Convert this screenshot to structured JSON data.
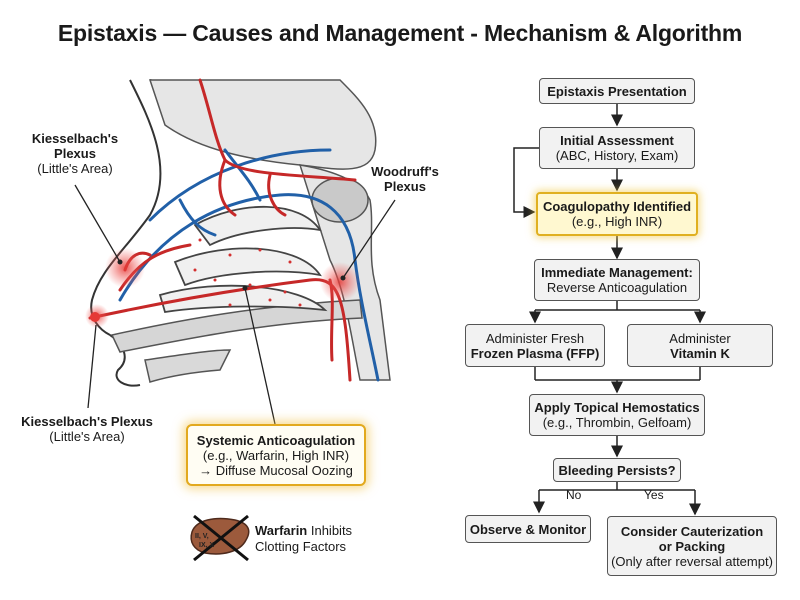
{
  "title": "Epistaxis — Causes and Management - Mechanism & Algorithm",
  "anatomy": {
    "kiesselbach_top": {
      "line1": "Kiesselbach's",
      "line2": "Plexus",
      "line3": "(Little's Area)"
    },
    "woodruff": {
      "line1": "Woodruff's",
      "line2": "Plexus"
    },
    "kiesselbach_bottom": {
      "line1": "Kiesselbach's Plexus",
      "line2": "(Little's Area)"
    },
    "callout": {
      "line1": "Systemic Anticoagulation",
      "line2": "(e.g., Warfarin, High INR)",
      "line3": "→ Diffuse Mucosal Oozing"
    },
    "warfarin": {
      "bold": "Warfarin",
      "rest": " Inhibits",
      "line2": "Clotting Factors"
    },
    "liver_factors": {
      "a": "II, V,",
      "b": "IX, X"
    }
  },
  "flow": {
    "presentation": "Epistaxis Presentation",
    "assessment": {
      "title": "Initial Assessment",
      "detail": "(ABC, History, Exam)"
    },
    "coagulopathy": {
      "title": "Coagulopathy Identified",
      "detail": "(e.g., High INR)"
    },
    "immediate": {
      "title": "Immediate Management:",
      "detail": "Reverse Anticoagulation"
    },
    "ffp": {
      "line1": "Administer Fresh",
      "line2": "Frozen Plasma (FFP)"
    },
    "vitk": {
      "line1": "Administer",
      "line2": "Vitamin K"
    },
    "topical": {
      "title": "Apply Topical Hemostatics",
      "detail": "(e.g., Thrombin, Gelfoam)"
    },
    "persists": "Bleeding Persists?",
    "no": "No",
    "yes": "Yes",
    "observe": "Observe & Monitor",
    "cauterize": {
      "line1": "Consider Cauterization",
      "line2": "or Packing",
      "line3": "(Only after reversal attempt)"
    }
  },
  "colors": {
    "artery": "#c62828",
    "vein": "#2160a8",
    "bone": "#dcdcdc",
    "highlight": "#e0b020"
  }
}
